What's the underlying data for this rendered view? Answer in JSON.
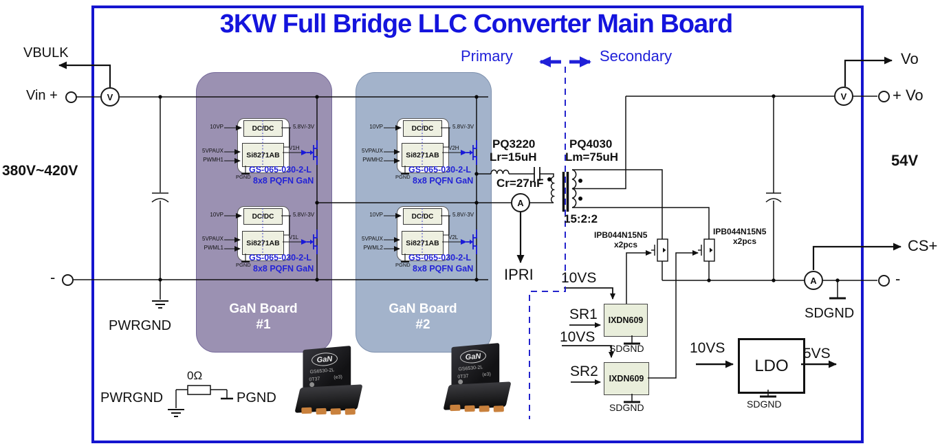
{
  "title": "3KW Full Bridge LLC Converter Main Board",
  "io": {
    "vbulk": "VBULK",
    "vin_plus": "Vin +",
    "input_range": "380V~420V",
    "minus": "-",
    "pwrgnd": "PWRGND",
    "ipri": "IPRI",
    "vo": "Vo",
    "plus_vo": "+ Vo",
    "output_voltage": "54V",
    "cs_plus": "CS+",
    "sdgnd": "SDGND"
  },
  "divider": {
    "primary": "Primary",
    "secondary": "Secondary"
  },
  "meters": {
    "v": "V",
    "a": "A"
  },
  "boards": [
    {
      "line1": "GaN Board",
      "line2": "#1"
    },
    {
      "line1": "GaN Board",
      "line2": "#2"
    }
  ],
  "modules": [
    {
      "in1": "10VP",
      "in2": "5VPAUX",
      "in3": "PWMH1",
      "dcdc": "DC/DC",
      "driver": "Si8271AB",
      "out1": "5.8V/-3V",
      "out2": "V1H",
      "gnd": "PGND",
      "part": "GS-065-030-2-L",
      "pkg": "8x8 PQFN GaN"
    },
    {
      "in1": "10VP",
      "in2": "5VPAUX",
      "in3": "PWML1",
      "dcdc": "DC/DC",
      "driver": "Si8271AB",
      "out1": "5.8V/-3V",
      "out2": "V1L",
      "gnd": "PGND",
      "part": "GS-065-030-2-L",
      "pkg": "8x8 PQFN GaN"
    },
    {
      "in1": "10VP",
      "in2": "5VPAUX",
      "in3": "PWMH2",
      "dcdc": "DC/DC",
      "driver": "Si8271AB",
      "out1": "5.8V/-3V",
      "out2": "V2H",
      "gnd": "PGND",
      "part": "GS-065-030-2-L",
      "pkg": "8x8 PQFN GaN"
    },
    {
      "in1": "10VP",
      "in2": "5VPAUX",
      "in3": "PWML2",
      "dcdc": "DC/DC",
      "driver": "Si8271AB",
      "out1": "5.8V/-3V",
      "out2": "V2L",
      "gnd": "PGND",
      "part": "GS-065-030-2-L",
      "pkg": "8x8 PQFN GaN"
    }
  ],
  "tank": {
    "pq_primary": "PQ3220",
    "lr": "Lr=15uH",
    "cr": "Cr=27nF",
    "pq_xfmr": "PQ4030",
    "lm": "Lm=75uH",
    "ratio": "15:2:2"
  },
  "sr": {
    "mosfet": "IPB044N15N5",
    "qty": "x2pcs",
    "supply": "10VS",
    "sr1": "SR1",
    "sr2": "SR2",
    "driver": "IXDN609",
    "gnd": "SDGND"
  },
  "ldo": {
    "in": "10VS",
    "label": "LDO",
    "out": "5VS",
    "gnd": "SDGND"
  },
  "jumper": {
    "left": "PWRGND",
    "value": "0Ω",
    "right": "PGND"
  },
  "chip": {
    "logo": "GaN",
    "part": "GS6530-2L",
    "lot": "0T37",
    "mark": "(e3)"
  },
  "colors": {
    "frame": "#1515cf",
    "title": "#1414dd",
    "board1": "#9b91b2",
    "board2": "#a3b3cb",
    "blue_text": "#2020d8",
    "wire": "#111111",
    "module_box": "#eef0e1"
  }
}
